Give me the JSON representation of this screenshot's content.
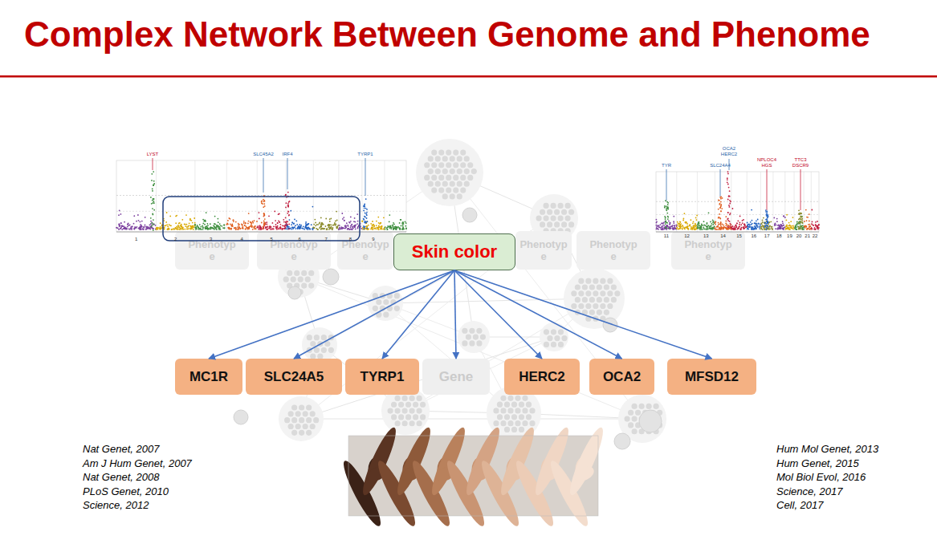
{
  "diagram": {
    "title": "Complex Network Between Genome and Phenome",
    "nodes": [
      {
        "text": [
          "Phenotype"
        ]
      },
      {
        "text": [
          "Phenotype"
        ]
      },
      {
        "text": [
          "Phenotype"
        ]
      },
      {
        "text": [
          "Skin color"
        ]
      },
      {
        "text": [
          "Phenotype"
        ]
      },
      {
        "text": [
          "Phenotype"
        ]
      },
      {
        "text": [
          "Phenotype"
        ]
      },
      {
        "text": [
          "MC1R"
        ]
      },
      {
        "text": [
          "SLC24A5"
        ]
      },
      {
        "text": [
          "TYRP1"
        ]
      },
      {
        "text": [
          "Gene"
        ]
      },
      {
        "text": [
          "HERC2"
        ]
      },
      {
        "text": [
          "OCA2"
        ]
      },
      {
        "text": [
          "MFSD12"
        ]
      }
    ],
    "edges": [
      {
        "from": 3,
        "to": 7,
        "arrow": "to"
      },
      {
        "from": 3,
        "to": 8,
        "arrow": "to"
      },
      {
        "from": 3,
        "to": 9,
        "arrow": "to"
      },
      {
        "from": 3,
        "to": 10,
        "arrow": "to"
      },
      {
        "from": 3,
        "to": 11,
        "arrow": "to"
      },
      {
        "from": 3,
        "to": 12,
        "arrow": "to"
      },
      {
        "from": 3,
        "to": 13,
        "arrow": "to"
      }
    ],
    "labels": [
      "LYST",
      "SLC45A2",
      "IRF4",
      "TYRP1",
      "1",
      "2",
      "3",
      "4",
      "5",
      "6",
      "7",
      "8",
      "9",
      "TYR",
      "SLC24A4",
      "OCA2",
      "HERC2",
      "NPLOC4",
      "HGS",
      "TTC3",
      "DSCR9",
      "11",
      "12",
      "13",
      "14",
      "15",
      "16",
      "17",
      "18",
      "19",
      "20",
      "21",
      "22",
      "Nat Genet, 2007",
      "Am J Hum Genet, 2007",
      "Nat Genet, 2008",
      "PLoS Genet, 2010",
      "Science, 2012",
      "Hum Mol Genet, 2013",
      "Hum Genet, 2015",
      "Mol Biol Evol, 2016",
      "Science, 2017",
      "Cell, 2017"
    ]
  }
}
